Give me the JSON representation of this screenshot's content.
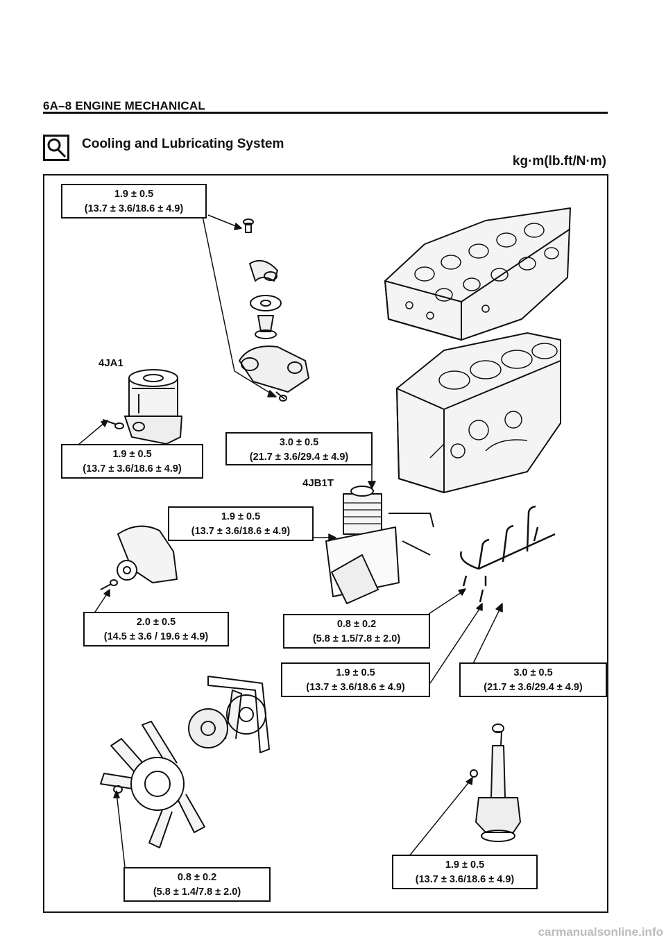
{
  "header": {
    "section": "6A–8 ENGINE MECHANICAL"
  },
  "title": {
    "text": "Cooling and Lubricating System",
    "icon": "magnifier-icon"
  },
  "units": "kg·m(lb.ft/N·m)",
  "models": {
    "a": "4JA1",
    "b": "4JB1T"
  },
  "specs": {
    "thermostat_bolt": {
      "value": "1.9 ± 0.5",
      "conv": "(13.7 ± 3.6/18.6 ± 4.9)"
    },
    "oil_filter_4ja1": {
      "value": "1.9 ± 0.5",
      "conv": "(13.7 ± 3.6/18.6 ± 4.9)"
    },
    "oil_cooler": {
      "value": "3.0 ± 0.5",
      "conv": "(21.7 ± 3.6/29.4 ± 4.9)"
    },
    "oil_filter_4jb1t": {
      "value": "1.9 ± 0.5",
      "conv": "(13.7 ± 3.6/18.6 ± 4.9)"
    },
    "water_pump": {
      "value": "2.0 ± 0.5",
      "conv": "(14.5 ± 3.6 / 19.6 ± 4.9)"
    },
    "jet_bolt": {
      "value": "0.8 ± 0.2",
      "conv": "(5.8 ± 1.5/7.8 ± 2.0)"
    },
    "jet_pipe_bolt": {
      "value": "1.9 ± 0.5",
      "conv": "(13.7 ± 3.6/18.6 ± 4.9)"
    },
    "relief_valve": {
      "value": "3.0 ± 0.5",
      "conv": "(21.7 ± 3.6/29.4 ± 4.9)"
    },
    "fan_nut": {
      "value": "0.8 ± 0.2",
      "conv": "(5.8 ± 1.4/7.8 ± 2.0)"
    },
    "oil_pump": {
      "value": "1.9 ± 0.5",
      "conv": "(13.7 ± 3.6/18.6 ± 4.9)"
    }
  },
  "watermark": "carmanualsonline.info"
}
